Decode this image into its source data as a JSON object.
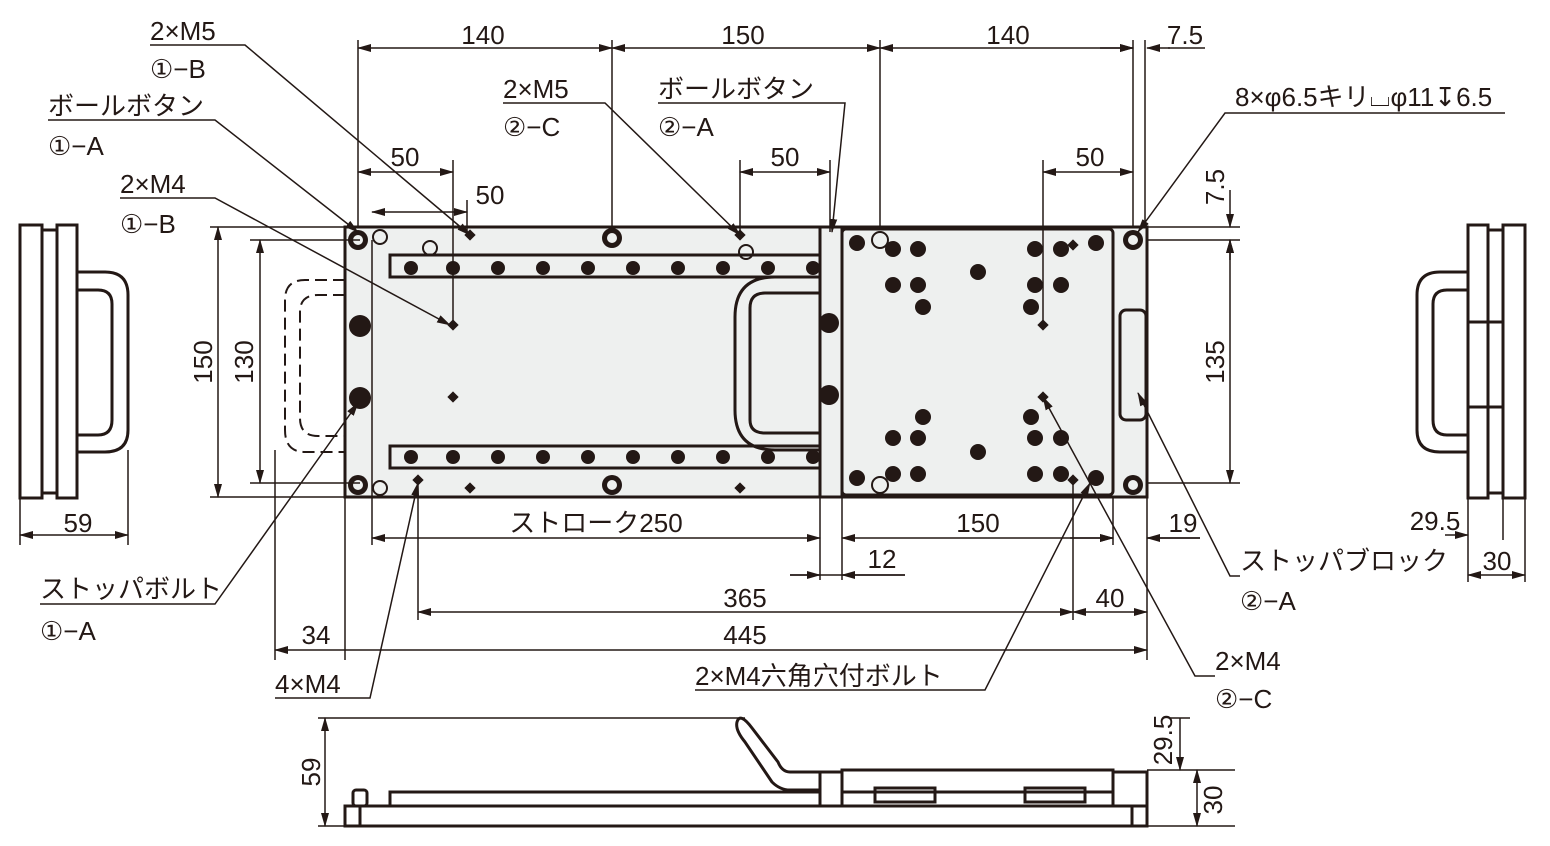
{
  "dimensions": {
    "top_140_left": "140",
    "top_150": "150",
    "top_140_right": "140",
    "top_7_5": "7.5",
    "d50_a": "50",
    "d50_b": "50",
    "d50_c": "50",
    "d50_d": "50",
    "left_150": "150",
    "left_130": "130",
    "right_135": "135",
    "right_7_5": "7.5",
    "stroke_250": "ストローク250",
    "bottom_150": "150",
    "bottom_19": "19",
    "bottom_12": "12",
    "d365": "365",
    "d40": "40",
    "d445": "445",
    "d34": "34",
    "left_view_59": "59",
    "right_view_29_5": "29.5",
    "right_view_30": "30",
    "front_59": "59",
    "front_29_5": "29.5",
    "front_30": "30"
  },
  "callouts": {
    "m5_1b": {
      "spec": "2×M5",
      "ref": "①−B"
    },
    "ball_1a": {
      "spec": "ボールボタン",
      "ref": "①−A"
    },
    "m4_1b": {
      "spec": "2×M4",
      "ref": "①−B"
    },
    "m5_2c": {
      "spec": "2×M5",
      "ref": "②−C"
    },
    "ball_2a": {
      "spec": "ボールボタン",
      "ref": "②−A"
    },
    "holes": {
      "spec": "8×φ6.5キリ⌴φ11↧6.5"
    },
    "stopper_bolt": {
      "spec": "ストッパボルト",
      "ref": "①−A"
    },
    "m4_4": {
      "spec": "4×M4"
    },
    "hex_bolt": {
      "spec": "2×M4六角穴付ボルト"
    },
    "m4_2c": {
      "spec": "2×M4",
      "ref": "②−C"
    },
    "stopper_block": {
      "spec": "ストッパブロック",
      "ref": "②−A"
    }
  },
  "colors": {
    "line": "#231815",
    "plate_fill": "#eef0ef"
  }
}
